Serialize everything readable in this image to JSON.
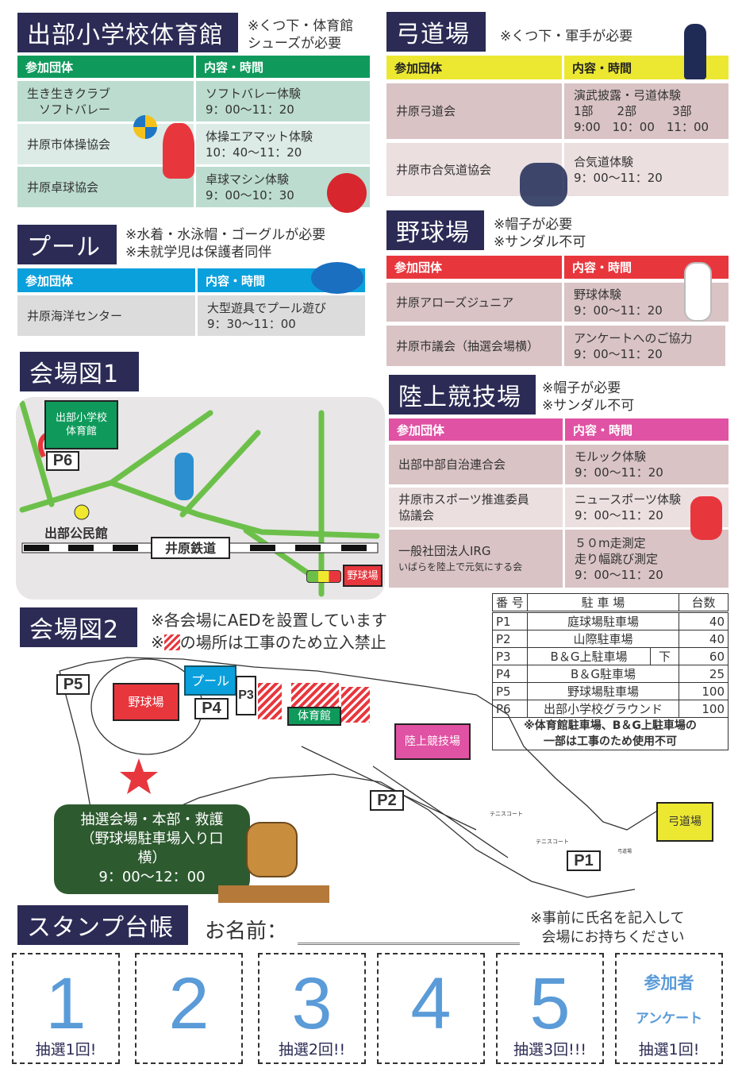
{
  "col_headers": {
    "group": "参加団体",
    "content": "内容・時間"
  },
  "gym": {
    "title": "出部小学校体育館",
    "note": "※くつ下・体育館\nシューズが必要",
    "color": "#0f9a5c",
    "rows": [
      {
        "group": "生き生きクラブ\n　ソフトバレー",
        "content": "ソフトバレー体験\n9：00〜11：20"
      },
      {
        "group": "井原市体操協会",
        "content": "体操エアマット体験\n10：40〜11：20"
      },
      {
        "group": "井原卓球協会",
        "content": "卓球マシン体験\n9：00〜10：30"
      }
    ]
  },
  "pool": {
    "title": "プール",
    "note": "※水着・水泳帽・ゴーグルが必要\n※未就学児は保護者同伴",
    "color": "#0aa0dc",
    "rows": [
      {
        "group": "井原海洋センター",
        "content": "大型遊具でプール遊び\n9：30〜11：00"
      }
    ]
  },
  "kyudo": {
    "title": "弓道場",
    "note": "※くつ下・軍手が必要",
    "color": "#ece832",
    "rows": [
      {
        "group": "井原弓道会",
        "content": "演武披露・弓道体験\n 1部　　2部　　　3部\n 9:00　10：00　11：00"
      },
      {
        "group": "井原市合気道協会",
        "content": "合気道体験\n9：00〜11：20"
      }
    ]
  },
  "baseball": {
    "title": "野球場",
    "note": "※帽子が必要\n※サンダル不可",
    "color": "#e8363d",
    "rows": [
      {
        "group": "井原アローズジュニア",
        "content": "野球体験\n9：00〜11：20"
      },
      {
        "group": "井原市議会（抽選会場横）",
        "content": "アンケートへのご協力\n9：00〜11：20"
      }
    ]
  },
  "track": {
    "title": "陸上競技場",
    "note": "※帽子が必要\n※サンダル不可",
    "color": "#e052a3",
    "rows": [
      {
        "group": "出部中部自治連合会",
        "content": "モルック体験\n9：00〜11：20"
      },
      {
        "group": "井原市スポーツ推進委員\n協議会",
        "content": "ニュースポーツ体験\n9：00〜11：20"
      },
      {
        "group": "一般社団法人IRG",
        "group_sub": "いばらを陸上で元気にする会",
        "content": " ５０m走測定\n 走り幅跳び測定\n9：00〜11：20"
      }
    ]
  },
  "map1": {
    "title": "会場図1",
    "school": "出部小学校\n体育館",
    "p6": "P6",
    "community": "出部公民館",
    "railway": "井原鉄道",
    "baseball": "野球場"
  },
  "map2": {
    "title": "会場図2",
    "notes": [
      "※各会場にAEDを設置しています",
      "の場所は工事のため立入禁止"
    ],
    "note_prefix": "※",
    "labels": {
      "baseball": "野球場",
      "pool": "プール",
      "gym": "体育館",
      "track": "陸上競技場",
      "kyudo": "弓道場",
      "tennis": "テニスコート",
      "kyudo_small": "弓道場"
    },
    "p": [
      "P1",
      "P2",
      "P3",
      "P4",
      "P5"
    ],
    "hq": {
      "line1": "抽選会場・本部・救護",
      "line2": "（野球場駐車場入り口",
      "line3": "横）",
      "time": "9：00〜12：00"
    }
  },
  "parking": {
    "headers": [
      "番 号",
      "駐 車 場",
      "台数"
    ],
    "rows": [
      {
        "no": "P1",
        "name": "庭球場駐車場",
        "count": "40"
      },
      {
        "no": "P2",
        "name": "山際駐車場",
        "count": "40"
      },
      {
        "no": "P3",
        "name": "B＆G上駐車場",
        "sub": "下",
        "count": "60"
      },
      {
        "no": "P4",
        "name": "B＆G駐車場",
        "count": "25"
      },
      {
        "no": "P5",
        "name": "野球場駐車場",
        "count": "100"
      },
      {
        "no": "P6",
        "name": "出部小学校グラウンド",
        "count": "100"
      }
    ],
    "note": "※体育館駐車場、B＆G上駐車場の\n一部は工事のため使用不可"
  },
  "stamp": {
    "title": "スタンプ台帳",
    "name_label": "お名前：",
    "note": "※事前に氏名を記入して\n会場にお持ちください",
    "boxes": [
      {
        "num": "1",
        "lot": "抽選1回!"
      },
      {
        "num": "2",
        "lot": ""
      },
      {
        "num": "3",
        "lot": "抽選2回!!"
      },
      {
        "num": "4",
        "lot": ""
      },
      {
        "num": "5",
        "lot": "抽選3回!!!"
      }
    ],
    "survey": {
      "line1": "参加者",
      "line2": "アンケート",
      "lot": "抽選1回!"
    }
  }
}
